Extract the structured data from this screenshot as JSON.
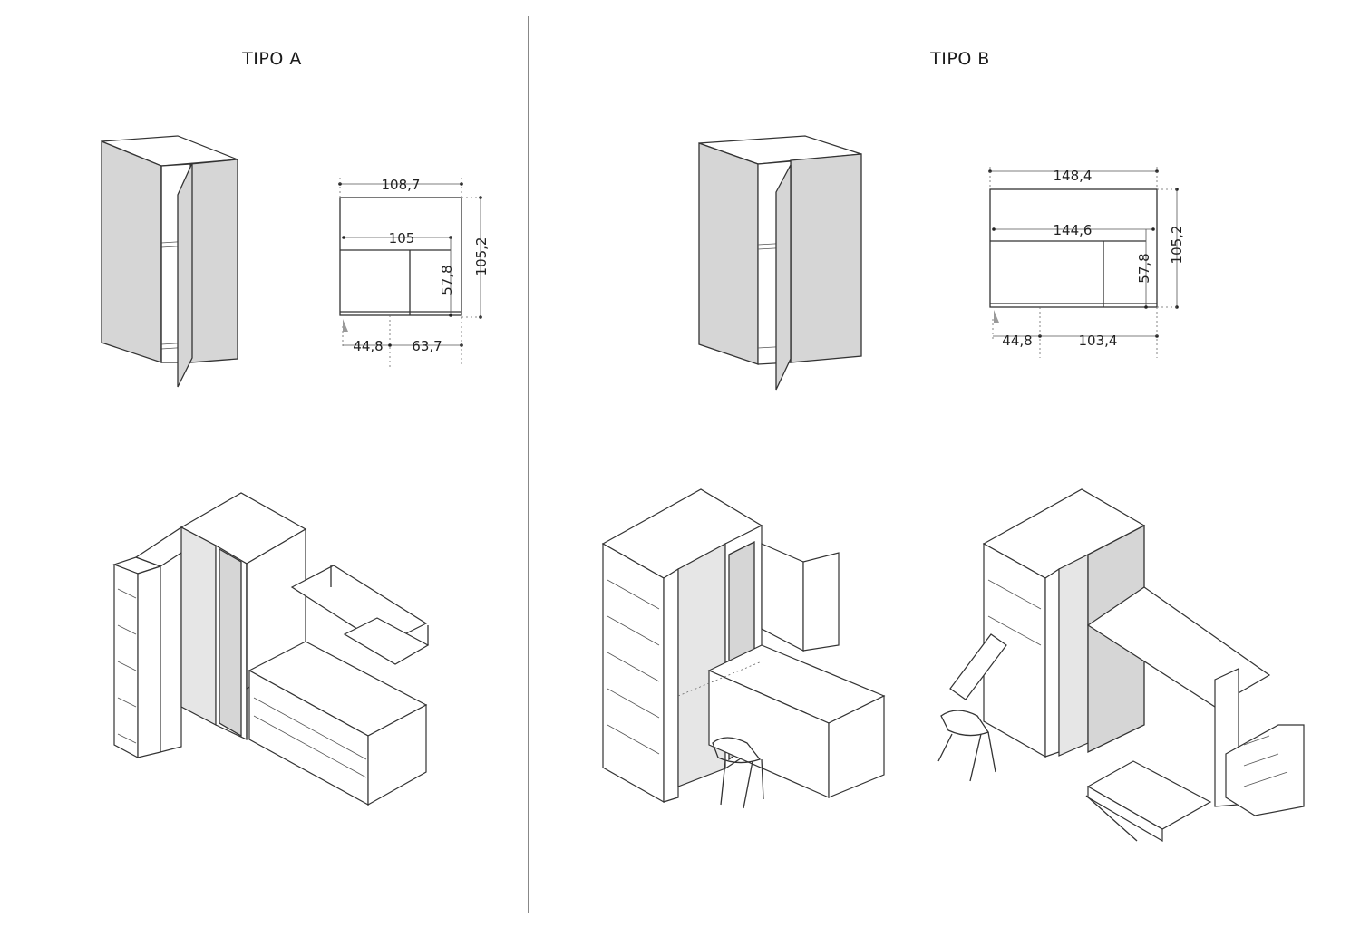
{
  "panels": {
    "a": {
      "title": "TIPO A",
      "dimensions": {
        "width_outer": "108,7",
        "width_inner": "105",
        "depth_inner": "57,8",
        "height_outer": "105,2",
        "side_left": "44,8",
        "side_right": "63,7"
      }
    },
    "b": {
      "title": "TIPO B",
      "dimensions": {
        "width_outer": "148,4",
        "width_inner": "144,6",
        "depth_inner": "57,8",
        "height_outer": "105,2",
        "side_left": "44,8",
        "side_right": "103,4"
      }
    }
  }
}
